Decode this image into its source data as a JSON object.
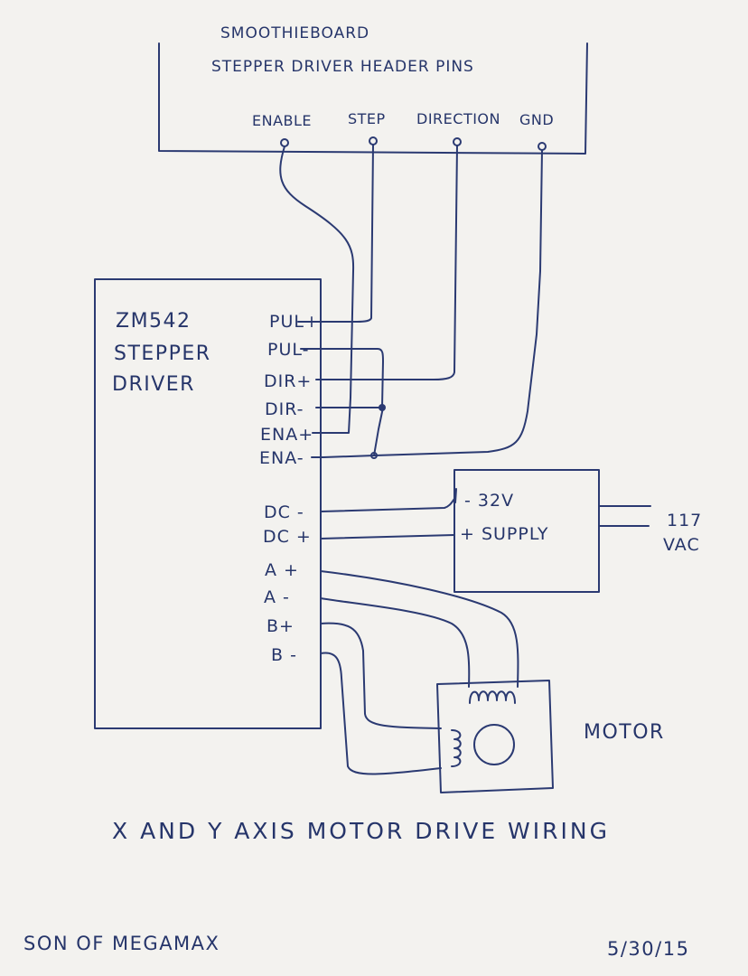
{
  "header_box": {
    "title_line1": "SMOOTHIEBOARD",
    "title_line2": "STEPPER DRIVER HEADER PINS",
    "pins": [
      "ENABLE",
      "STEP",
      "DIRECTION",
      "GND"
    ]
  },
  "driver": {
    "name_lines": [
      "ZM542",
      "STEPPER",
      "DRIVER"
    ],
    "terminals": [
      "PUL+",
      "PUL-",
      "DIR+",
      "DIR-",
      "ENA+",
      "ENA-",
      "DC -",
      "DC +",
      "A +",
      "A -",
      "B+",
      "B -"
    ]
  },
  "supply": {
    "line1": "- 32V",
    "line2": "+ SUPPLY"
  },
  "ac_input": {
    "line1": "117",
    "line2": "VAC"
  },
  "motor": {
    "label": "MOTOR"
  },
  "caption": "X AND Y AXIS MOTOR DRIVE WIRING",
  "footer": {
    "project": "SON OF MEGAMAX",
    "date": "5/30/15"
  }
}
